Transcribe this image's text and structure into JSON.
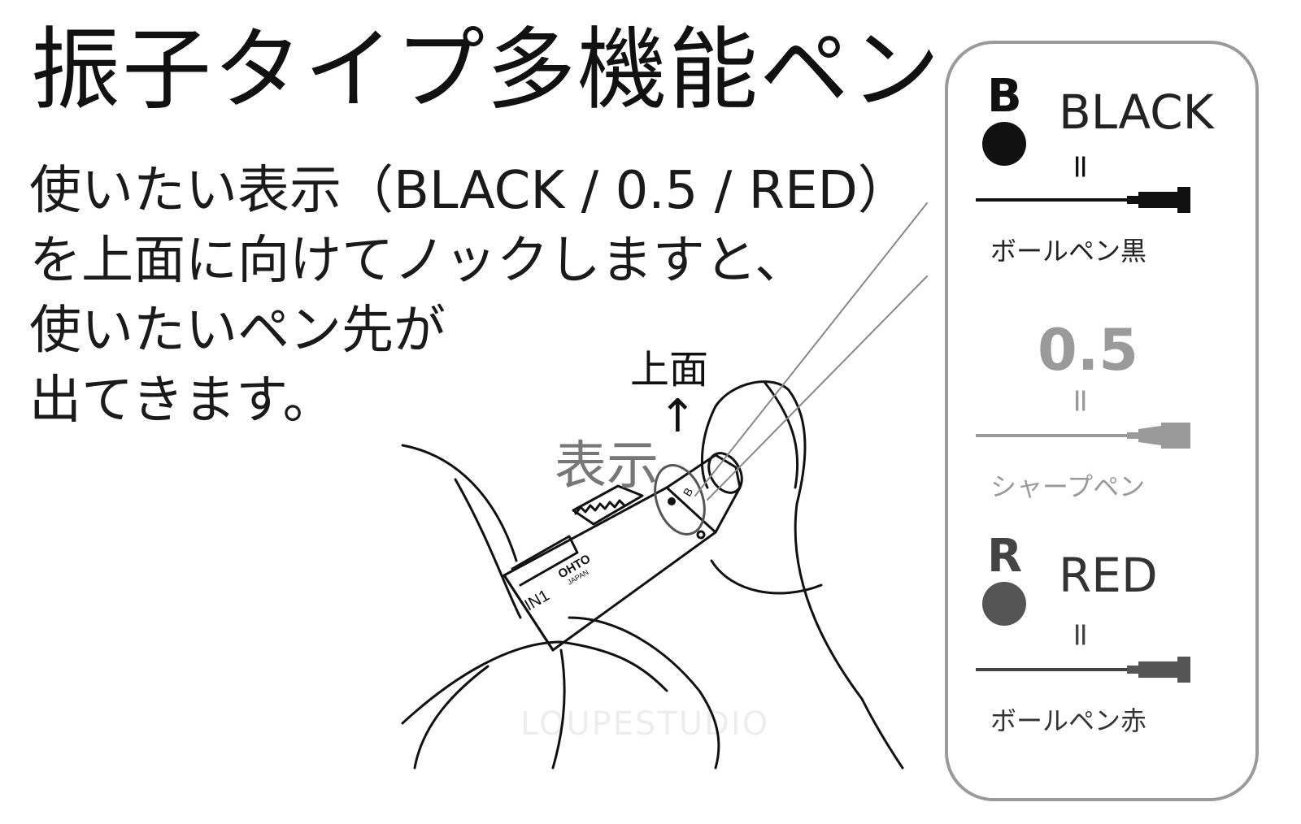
{
  "title": "振子タイプ多機能ペン",
  "description": [
    "使いたい表示（BLACK / 0.5 / RED）",
    "を上面に向けてノックしますと、",
    "使いたいペン先が",
    "出てきます。"
  ],
  "labels": {
    "top_face": "上面",
    "arrow": "↑",
    "display": "表示"
  },
  "pen_marks": {
    "brand": "OHTO",
    "brand_sub": "JAPAN",
    "model": "IN1",
    "indicator": "B"
  },
  "legend": [
    {
      "letter": "B",
      "word": "BLACK",
      "equals": "=",
      "name": "ボールペン黒",
      "color": "#111111"
    },
    {
      "letter": "",
      "word": "0.5",
      "equals": "=",
      "name": "シャープペン",
      "color": "#9a9a9a"
    },
    {
      "letter": "R",
      "word": "RED",
      "equals": "=",
      "name": "ボールペン赤",
      "color": "#555555"
    }
  ],
  "watermark": "LOUPESTUDIO"
}
